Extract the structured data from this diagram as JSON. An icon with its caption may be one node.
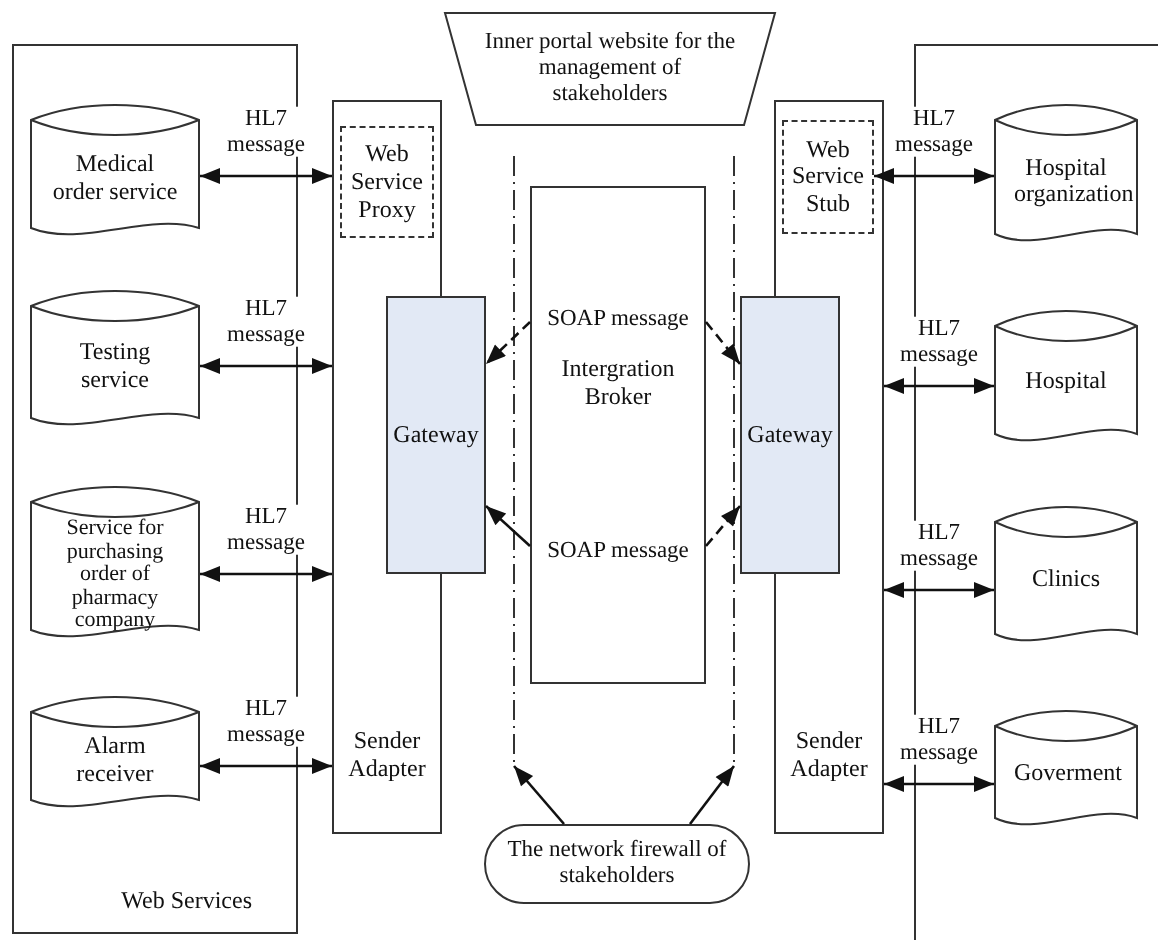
{
  "diagram": {
    "nodes": [
      {
        "text": [
          "Web Services"
        ]
      },
      {
        "text": [
          "Medical order service"
        ],
        "in": 0
      },
      {
        "text": [
          "Testing service"
        ],
        "in": 0
      },
      {
        "text": [
          "Service for purchasing order of pharmacy company"
        ],
        "in": 0
      },
      {
        "text": [
          "Alarm receiver"
        ],
        "in": 0
      },
      {
        "text": [
          "Sender Adapter"
        ]
      },
      {
        "text": [
          "Web Service Proxy"
        ],
        "in": 5
      },
      {
        "text": [
          "Gateway"
        ]
      },
      {
        "text": [
          "Inner portal website for the management of stakeholders"
        ]
      },
      {
        "text": [
          "Intergration Broker"
        ]
      },
      {
        "text": [
          "Sender Adapter"
        ]
      },
      {
        "text": [
          "Web Service Stub"
        ],
        "in": 10
      },
      {
        "text": [
          "Gateway"
        ]
      },
      {
        "text": [],
        "shape": "box"
      },
      {
        "text": [
          "Hospital organization"
        ],
        "in": 13
      },
      {
        "text": [
          "Hospital"
        ],
        "in": 13
      },
      {
        "text": [
          "Clinics"
        ],
        "in": 13
      },
      {
        "text": [
          "Goverment"
        ],
        "in": 13
      },
      {
        "text": [
          "The network firewall of stakeholders"
        ]
      },
      {
        "text": [],
        "shape": "line"
      },
      {
        "text": [],
        "shape": "line"
      }
    ],
    "edges": [
      {
        "from": 1,
        "to": 5,
        "arrow": "both",
        "label": "HL7 message"
      },
      {
        "from": 2,
        "to": 5,
        "arrow": "both",
        "label": "HL7 message"
      },
      {
        "from": 3,
        "to": 5,
        "arrow": "both",
        "label": "HL7 message"
      },
      {
        "from": 4,
        "to": 5,
        "arrow": "both",
        "label": "HL7 message"
      },
      {
        "from": 11,
        "to": 14,
        "arrow": "both",
        "label": "HL7 message"
      },
      {
        "from": 10,
        "to": 15,
        "arrow": "both",
        "label": "HL7 message"
      },
      {
        "from": 10,
        "to": 16,
        "arrow": "both",
        "label": "HL7 message"
      },
      {
        "from": 10,
        "to": 17,
        "arrow": "both",
        "label": "HL7 message"
      },
      {
        "from": 9,
        "to": 7,
        "arrow": "to",
        "label": "SOAP message",
        "style": "dashed"
      },
      {
        "from": 9,
        "to": 12,
        "arrow": "to",
        "style": "dashed"
      },
      {
        "from": 9,
        "to": 7,
        "arrow": "to",
        "label": "SOAP message"
      },
      {
        "from": 9,
        "to": 12,
        "arrow": "to",
        "style": "dashed"
      },
      {
        "from": 18,
        "to": 19,
        "arrow": "to"
      },
      {
        "from": 18,
        "to": 20,
        "arrow": "to"
      }
    ]
  }
}
